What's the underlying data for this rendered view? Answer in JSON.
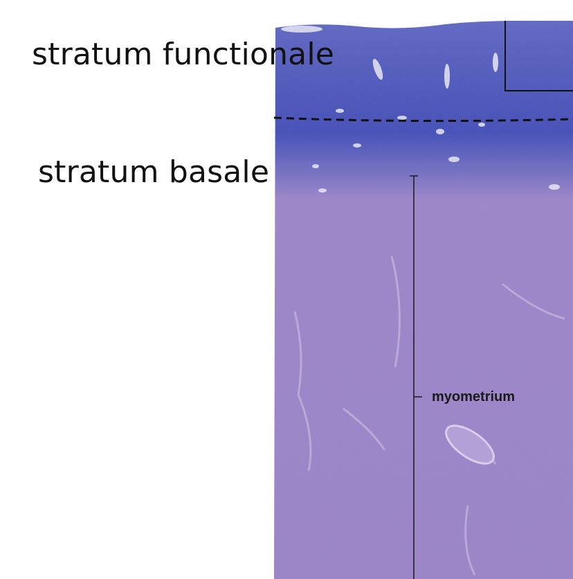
{
  "labels": {
    "functionale": "stratum functionale",
    "basale": "stratum basale",
    "myometrium": "myometrium"
  },
  "colors": {
    "background": "#ffffff",
    "functionale_stain": "#4a55b8",
    "basale_stain": "#3a4ab8",
    "myometrium_stain": "#9b86c8",
    "text": "#111111"
  }
}
